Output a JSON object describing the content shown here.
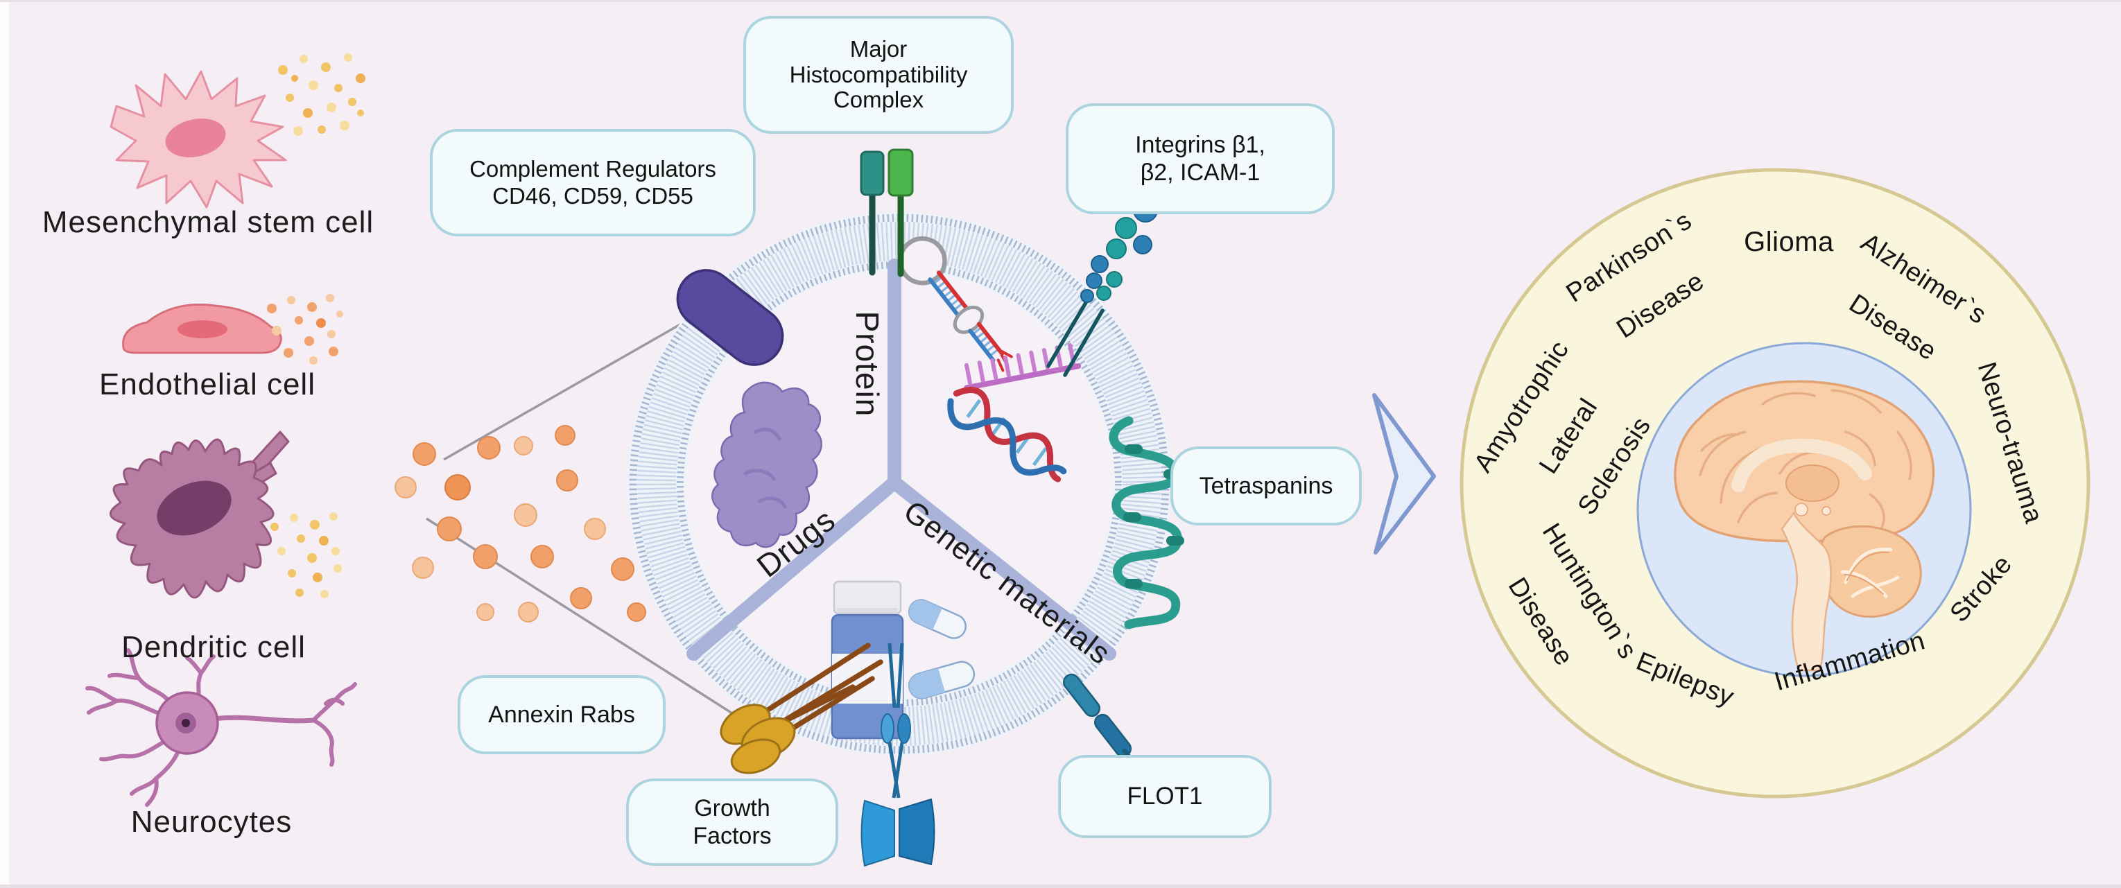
{
  "cells": {
    "msc": "Mesenchymal stem cell",
    "endothelial": "Endothelial cell",
    "dendritic": "Dendritic cell",
    "neurocytes": "Neurocytes"
  },
  "callouts": {
    "complement": {
      "line1": "Complement Regulators",
      "line2": "CD46, CD59, CD55"
    },
    "mhc": {
      "line1": "Major",
      "line2": "Histocompatibility",
      "line3": "Complex"
    },
    "integrins": {
      "line1": "Integrins β1,",
      "line2": "β2, ICAM-1"
    },
    "tetraspanins": {
      "label": "Tetraspanins"
    },
    "flot1": {
      "label": "FLOT1"
    },
    "growth": {
      "line1": "Growth",
      "line2": "Factors"
    },
    "annexin": {
      "label": "Annexin Rabs"
    }
  },
  "vesicle": {
    "sector_protein": "Protein",
    "sector_genetic": "Genetic materials",
    "sector_drugs": "Drugs"
  },
  "diseases": {
    "parkinsons": {
      "line1": "Parkinson`s",
      "line2": "Disease"
    },
    "glioma": {
      "label": "Glioma"
    },
    "alzheimers": {
      "line1": "Alzheimer`s",
      "line2": "Disease"
    },
    "neurotrauma": {
      "label": "Neuro-trauma"
    },
    "stroke": {
      "label": "Stroke"
    },
    "inflammation": {
      "label": "Inflammation"
    },
    "epilepsy": {
      "label": "Epilepsy"
    },
    "huntingtons": {
      "line1": "Huntington`s",
      "line2": "Disease"
    },
    "als": {
      "line1": "Amyotrophic",
      "line2": "Lateral",
      "line3": "Sclerosis"
    }
  },
  "colors": {
    "background": "#f5eef5",
    "bubble_fill": "#f2fafc",
    "bubble_border": "#abd4de",
    "membrane": "#a7b9d2",
    "divider": "#a9b2d9",
    "disease_ring_fill": "#faf6dd",
    "disease_ring_border": "#d5c892",
    "inner_circle_fill": "#dbe7f8",
    "arrow": "#7f99d0"
  }
}
